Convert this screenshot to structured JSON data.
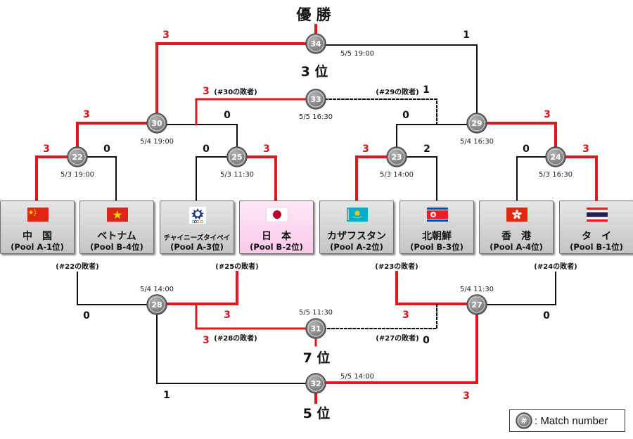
{
  "titles": {
    "first": "優 勝",
    "third": "3 位",
    "fifth": "5 位",
    "seventh": "7 位"
  },
  "teams": [
    {
      "name": "中　国",
      "pool": "(Pool A-1位)",
      "flag": "china-flag"
    },
    {
      "name": "ベトナム",
      "pool": "(Pool B-4位)",
      "flag": "vietnam-flag"
    },
    {
      "name": "チャイニーズタイペイ",
      "pool": "(Pool A-3位)",
      "flag": "chinese-taipei-flag"
    },
    {
      "name": "日　本",
      "pool": "(Pool B-2位)",
      "flag": "japan-flag"
    },
    {
      "name": "カザフスタン",
      "pool": "(Pool A-2位)",
      "flag": "kazakhstan-flag"
    },
    {
      "name": "北朝鮮",
      "pool": "(Pool B-3位)",
      "flag": "north-korea-flag"
    },
    {
      "name": "香　港",
      "pool": "(Pool A-4位)",
      "flag": "hong-kong-flag"
    },
    {
      "name": "タ　イ",
      "pool": "(Pool B-1位)",
      "flag": "thailand-flag"
    }
  ],
  "matches": [
    {
      "id": "m22",
      "number": "22",
      "date": "5/3 19:00"
    },
    {
      "id": "m25",
      "number": "25",
      "date": "5/3 11:30"
    },
    {
      "id": "m23",
      "number": "23",
      "date": "5/3 14:00"
    },
    {
      "id": "m24",
      "number": "24",
      "date": "5/3 16:30"
    },
    {
      "id": "m30",
      "number": "30",
      "date": "5/4 19:00"
    },
    {
      "id": "m29",
      "number": "29",
      "date": "5/4 16:30"
    },
    {
      "id": "m34",
      "number": "34",
      "date": "5/5 19:00"
    },
    {
      "id": "m33",
      "number": "33",
      "date": "5/5 16:30"
    },
    {
      "id": "m28",
      "number": "28",
      "date": "5/4 14:00"
    },
    {
      "id": "m27",
      "number": "27",
      "date": "5/4 11:30"
    },
    {
      "id": "m31",
      "number": "31",
      "date": "5/5 11:30"
    },
    {
      "id": "m32",
      "number": "32",
      "date": "5/5 14:00"
    }
  ],
  "scores": {
    "m22_left": "3",
    "m22_right": "0",
    "m25_left": "0",
    "m25_right": "3",
    "m23_left": "3",
    "m23_right": "2",
    "m24_left": "0",
    "m24_right": "3",
    "m30_left": "3",
    "m30_right": "0",
    "m29_left": "0",
    "m29_right": "3",
    "m34_left": "3",
    "m34_right": "1",
    "m33_left": "3",
    "m33_right": "1",
    "m28_left": "0",
    "m28_right": "3",
    "m27_left": "3",
    "m27_right": "0",
    "m31_left": "3",
    "m31_right": "0",
    "m32_left": "1",
    "m32_right": "3"
  },
  "loser_labels": {
    "l22": "(#22の敗者)",
    "l25": "(#25の敗者)",
    "l23": "(#23の敗者)",
    "l24": "(#24の敗者)",
    "l30": "(#30の敗者)",
    "l29": "(#29の敗者)",
    "l28": "(#28の敗者)",
    "l27": "(#27の敗者)"
  },
  "legend": {
    "symbol": "#",
    "text": ": Match number"
  },
  "colors": {
    "winner_line": "#e3161b",
    "loser_line": "#111111",
    "score_red": "#d7141a",
    "badge": "#8a8a8a",
    "highlight_box": "#fcd0ee"
  }
}
